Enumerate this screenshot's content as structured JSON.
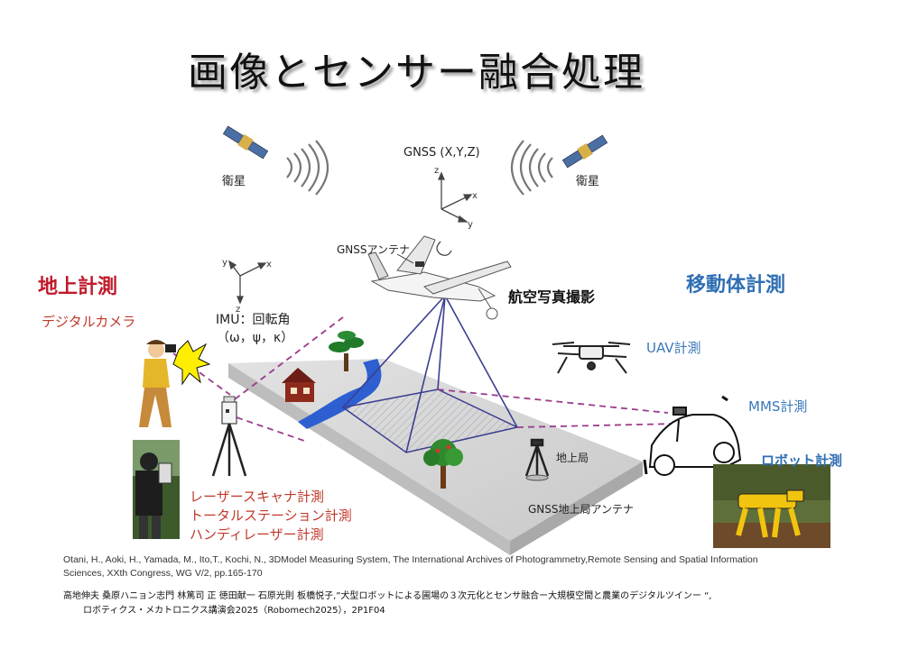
{
  "title": "画像とセンサー融合処理",
  "satellite_left": "衛星",
  "satellite_right": "衛星",
  "gnss": "GNSS (X,Y,Z)",
  "gnss_antenna": "GNSSアンテナ",
  "aerial_photo": "航空写真撮影",
  "imu_line1": "IMU：回転角",
  "imu_line2": "（ω，ψ，κ）",
  "axis_x": "x",
  "axis_y": "y",
  "axis_z": "z",
  "ground_section": "地上計測",
  "digital_camera": "デジタルカメラ",
  "mobile_section": "移動体計測",
  "uav": "UAV計測",
  "mms": "MMS計測",
  "robot": "ロボット計測",
  "base_station": "地上局",
  "gnss_base_antenna": "GNSS地上局アンテナ",
  "laser_scanner": "レーザースキャナ計測",
  "total_station": "トータルステーション計測",
  "handy_laser": "ハンディレーザー計測",
  "ref1_line1": "Otani, H., Aoki, H., Yamada, M., Ito,T., Kochi, N., 3DModel Measuring System, The International Archives of Photogrammetry,Remote Sensing and Spatial Information",
  "ref1_line2": "Sciences, XXth Congress, WG V/2, pp.165-170",
  "ref2_line1": "高地伸夫 桑原ハニョン志門 林篤司 正 徳田献一 石原光則 板橋悦子,”犬型ロボットによる圃場の３次元化とセンサ融合ー大規模空間と農業のデジタルツインー “,",
  "ref2_line2": "ロボティクス・メカトロニクス講演会2025（Robomech2025），2P1F04",
  "colors": {
    "title": "#111111",
    "red": "#c0192a",
    "blue": "#2f6fb3",
    "dash": "#9b3c8e",
    "pyramid": "#3b3f8f"
  }
}
